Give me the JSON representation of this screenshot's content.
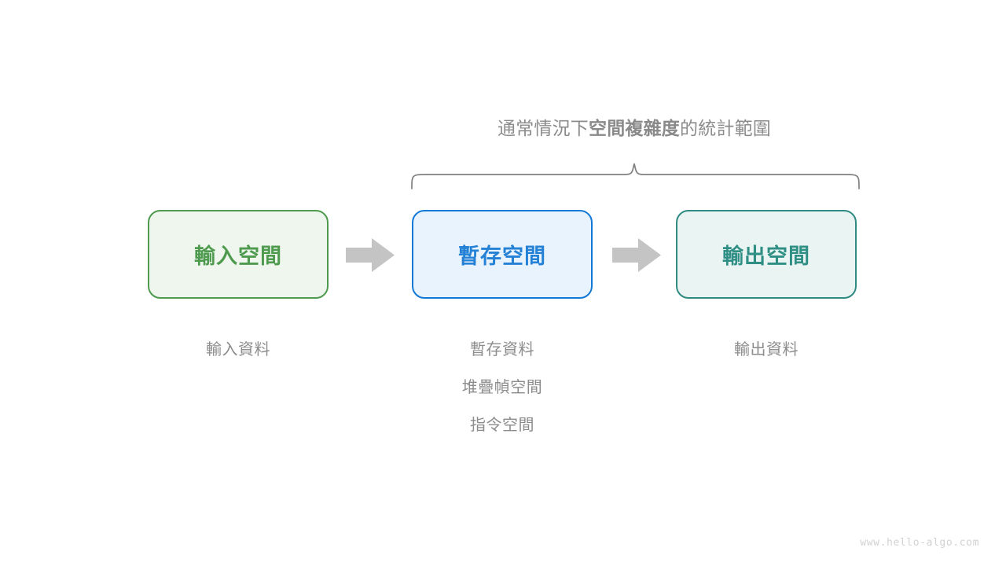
{
  "diagram": {
    "title_prefix": "通常情況下",
    "title_emphasis": "空間複雜度",
    "title_suffix": "的統計範圍",
    "brace_label": "brace-spanning-temp-and-output",
    "colors": {
      "input_border": "#4e9a4e",
      "input_fill": "#eef6ed",
      "input_text": "#4e9a4e",
      "temp_border": "#1379d6",
      "temp_fill": "#e8f3fd",
      "temp_text": "#2481d6",
      "output_border": "#2f8a82",
      "output_fill": "#eaf5f3",
      "output_text": "#2f8f85",
      "arrow": "#c4c4c4",
      "brace": "#808080",
      "caption_text": "#8c8c8c",
      "watermark": "#d2d2d2",
      "background": "#ffffff"
    },
    "stages": [
      {
        "id": "input",
        "box_label": "輸入空間",
        "captions": [
          "輸入資料"
        ]
      },
      {
        "id": "temp",
        "box_label": "暫存空間",
        "captions": [
          "暫存資料",
          "堆疊幀空間",
          "指令空間"
        ]
      },
      {
        "id": "output",
        "box_label": "輸出空間",
        "captions": [
          "輸出資料"
        ]
      }
    ],
    "arrows": [
      {
        "id": "arrow-input-to-temp",
        "icon": "right-arrow-icon"
      },
      {
        "id": "arrow-temp-to-output",
        "icon": "right-arrow-icon"
      }
    ]
  },
  "watermark": "www.hello-algo.com"
}
